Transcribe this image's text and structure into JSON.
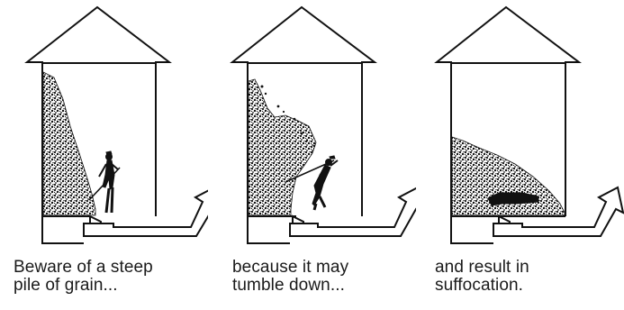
{
  "panels": [
    {
      "caption_line1": "Beware of a steep",
      "caption_line2": "pile of grain..."
    },
    {
      "caption_line1": "because it may",
      "caption_line2": "tumble down..."
    },
    {
      "caption_line1": "and result in",
      "caption_line2": "suffocation."
    }
  ],
  "colors": {
    "ink": "#111111",
    "paper": "#ffffff"
  }
}
